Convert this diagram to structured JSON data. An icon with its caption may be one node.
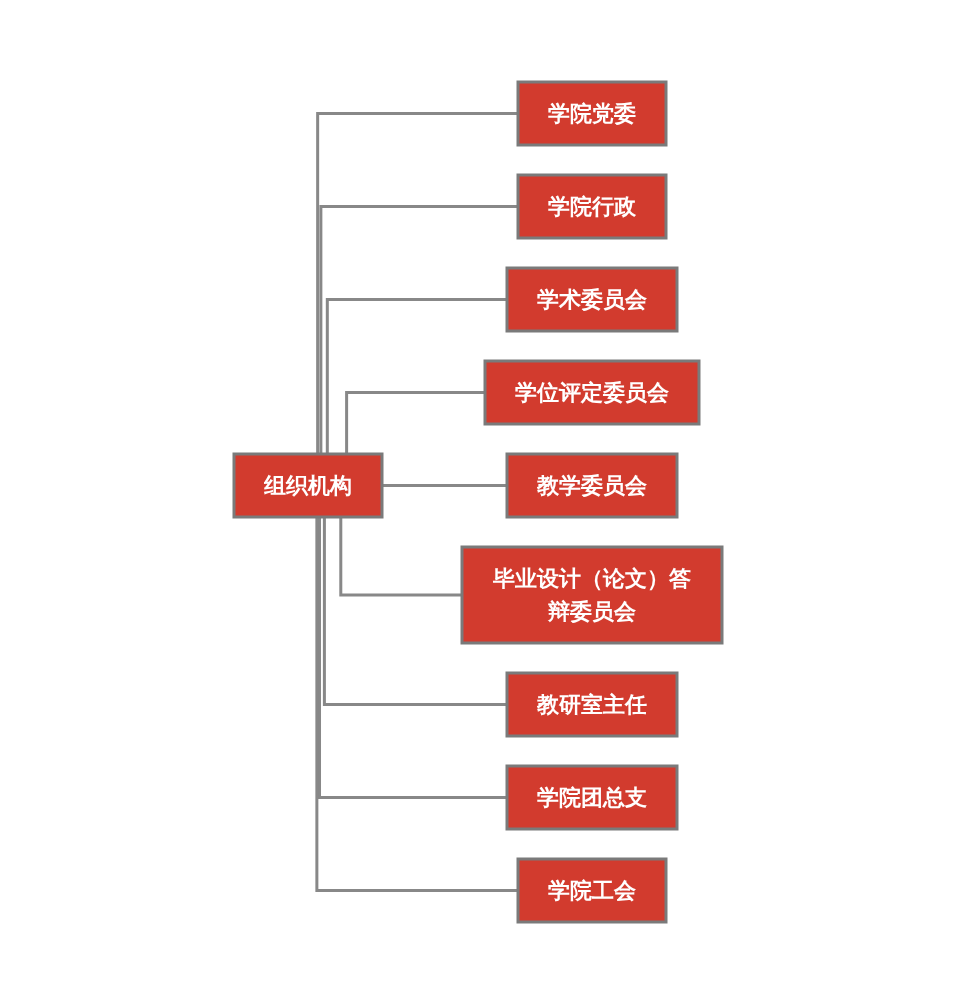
{
  "diagram": {
    "nodes": [
      {
        "text": [
          "组织机构"
        ]
      },
      {
        "text": [
          "学院党委"
        ]
      },
      {
        "text": [
          "学院行政"
        ]
      },
      {
        "text": [
          "学术委员会"
        ]
      },
      {
        "text": [
          "学位评定委员会"
        ]
      },
      {
        "text": [
          "教学委员会"
        ]
      },
      {
        "text": [
          "毕业设计（论文）答辩委员会"
        ]
      },
      {
        "text": [
          "教研室主任"
        ]
      },
      {
        "text": [
          "学院团总支"
        ]
      },
      {
        "text": [
          "学院工会"
        ]
      }
    ],
    "edges": [
      {
        "from": 0,
        "to": 1,
        "arrow": "none"
      },
      {
        "from": 0,
        "to": 2,
        "arrow": "none"
      },
      {
        "from": 0,
        "to": 3,
        "arrow": "none"
      },
      {
        "from": 0,
        "to": 4,
        "arrow": "none"
      },
      {
        "from": 0,
        "to": 5,
        "arrow": "none"
      },
      {
        "from": 0,
        "to": 6,
        "arrow": "none"
      },
      {
        "from": 0,
        "to": 7,
        "arrow": "none"
      },
      {
        "from": 0,
        "to": 8,
        "arrow": "none"
      },
      {
        "from": 0,
        "to": 9,
        "arrow": "none"
      }
    ]
  }
}
